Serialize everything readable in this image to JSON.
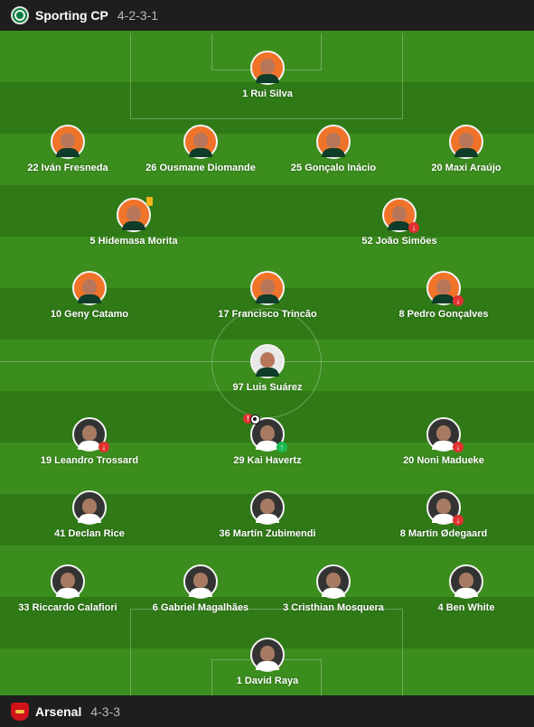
{
  "home": {
    "name": "Sporting CP",
    "formation": "4-2-3-1",
    "players": [
      {
        "number": "1",
        "name": "Rui Silva",
        "label": "1  Rui Silva"
      },
      {
        "number": "22",
        "name": "Iván Fresneda",
        "label": "22  Iván Fresneda"
      },
      {
        "number": "26",
        "name": "Ousmane Diomande",
        "label": "26  Ousmane Diomande"
      },
      {
        "number": "25",
        "name": "Gonçalo Inácio",
        "label": "25  Gonçalo Inácio"
      },
      {
        "number": "20",
        "name": "Maxi Araújo",
        "label": "20  Maxi Araújo"
      },
      {
        "number": "5",
        "name": "Hidemasa Morita",
        "label": "5  Hidemasa Morita"
      },
      {
        "number": "52",
        "name": "João Simões",
        "label": "52  João Simões"
      },
      {
        "number": "10",
        "name": "Geny Catamo",
        "label": "10  Geny Catamo"
      },
      {
        "number": "17",
        "name": "Francisco Trincão",
        "label": "17  Francisco Trincão"
      },
      {
        "number": "8",
        "name": "Pedro Gonçalves",
        "label": "8  Pedro Gonçalves"
      },
      {
        "number": "97",
        "name": "Luis Suárez",
        "label": "97  Luis Suárez"
      }
    ]
  },
  "away": {
    "name": "Arsenal",
    "formation": "4-3-3",
    "players": [
      {
        "number": "19",
        "name": "Leandro Trossard",
        "label": "19  Leandro Trossard"
      },
      {
        "number": "29",
        "name": "Kai Havertz",
        "label": "29  Kai Havertz"
      },
      {
        "number": "20",
        "name": "Noni Madueke",
        "label": "20  Noni Madueke"
      },
      {
        "number": "41",
        "name": "Declan Rice",
        "label": "41  Declan Rice"
      },
      {
        "number": "36",
        "name": "Martín Zubimendi",
        "label": "36  Martín Zubimendi"
      },
      {
        "number": "8",
        "name": "Martin Ødegaard",
        "label": "8  Martin Ødegaard"
      },
      {
        "number": "33",
        "name": "Riccardo Calafiori",
        "label": "33  Riccardo Calafiori"
      },
      {
        "number": "6",
        "name": "Gabriel Magalhães",
        "label": "6  Gabriel Magalhães"
      },
      {
        "number": "3",
        "name": "Cristhian Mosquera",
        "label": "3  Cristhian Mosquera"
      },
      {
        "number": "4",
        "name": "Ben White",
        "label": "4  Ben White"
      },
      {
        "number": "1",
        "name": "David Raya",
        "label": "1  David Raya"
      }
    ]
  },
  "icons": {
    "sub_off": "↓",
    "sub_on": "↑",
    "alert": "!"
  },
  "colors": {
    "pitch_light": "#3b8d1d",
    "pitch_dark": "#2f7a16",
    "home_avatar": "#f0732a",
    "away_avatar": "#333333",
    "sub_off": "#e03131",
    "sub_on": "#1db954",
    "yellow_card": "#f5b21b"
  }
}
